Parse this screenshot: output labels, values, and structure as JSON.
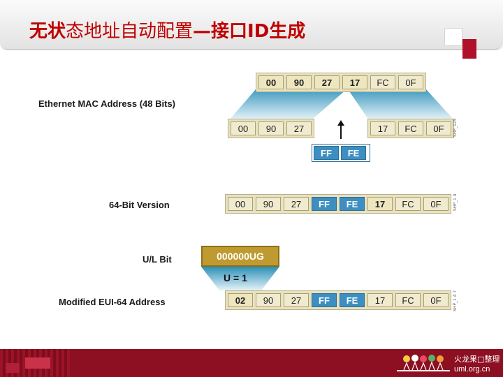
{
  "title": {
    "bold_prefix": "无状",
    "plain_middle": "态地址自动配置",
    "bold_suffix": "—接口ID生成"
  },
  "labels": {
    "mac": "Ethernet MAC Address (48 Bits)",
    "version64": "64-Bit Version",
    "ul_bit": "U/L Bit",
    "eui64": "Modified EUI-64 Address"
  },
  "mac_bytes": [
    "00",
    "90",
    "27",
    "17",
    "FC",
    "0F"
  ],
  "split_left": [
    "00",
    "90",
    "27"
  ],
  "split_right": [
    "17",
    "FC",
    "0F"
  ],
  "inserted": [
    "FF",
    "FE"
  ],
  "version64_bytes": [
    "00",
    "90",
    "27",
    "FF",
    "FE",
    "17",
    "FC",
    "0F"
  ],
  "ug_text": "000000UG",
  "u_text": "U = 1",
  "eui64_bytes": [
    "02",
    "90",
    "27",
    "FF",
    "FE",
    "17",
    "FC",
    "0F"
  ],
  "figure_codes": [
    "SHP_125",
    "SHP_1 4 ",
    "SHP_1 4 7"
  ],
  "footer": {
    "brand_cn": "火龙果□整理",
    "brand_url": "uml.org.cn"
  },
  "colors": {
    "title_red": "#c00000",
    "byte_tan": "#ede6bf",
    "byte_blue": "#3d8fc1",
    "ug_gold": "#bf9a30",
    "footer_red": "#8c0f22"
  }
}
